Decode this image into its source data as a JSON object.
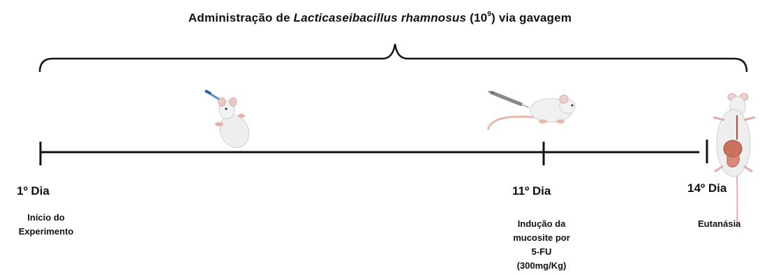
{
  "title": {
    "prefix": "Administração de ",
    "species": "Lacticaseibacillus rhamnosus",
    "dose_base": "(10",
    "dose_exp": "9",
    "dose_close": ")",
    "suffix": " via gavagem"
  },
  "timeline": {
    "start": {
      "day": "1º Dia",
      "description": [
        "Início do",
        "Experimento"
      ],
      "icon": "mouse-gavage-icon"
    },
    "mid": {
      "day": "11º Dia",
      "description": [
        "Indução da",
        "mucosite por",
        "5-FU",
        "(300mg/Kg)"
      ],
      "icon": "mouse-injection-icon"
    },
    "end": {
      "day": "14º Dia",
      "description": [
        "Eutanásia"
      ],
      "icon": "mouse-dissection-icon"
    }
  }
}
